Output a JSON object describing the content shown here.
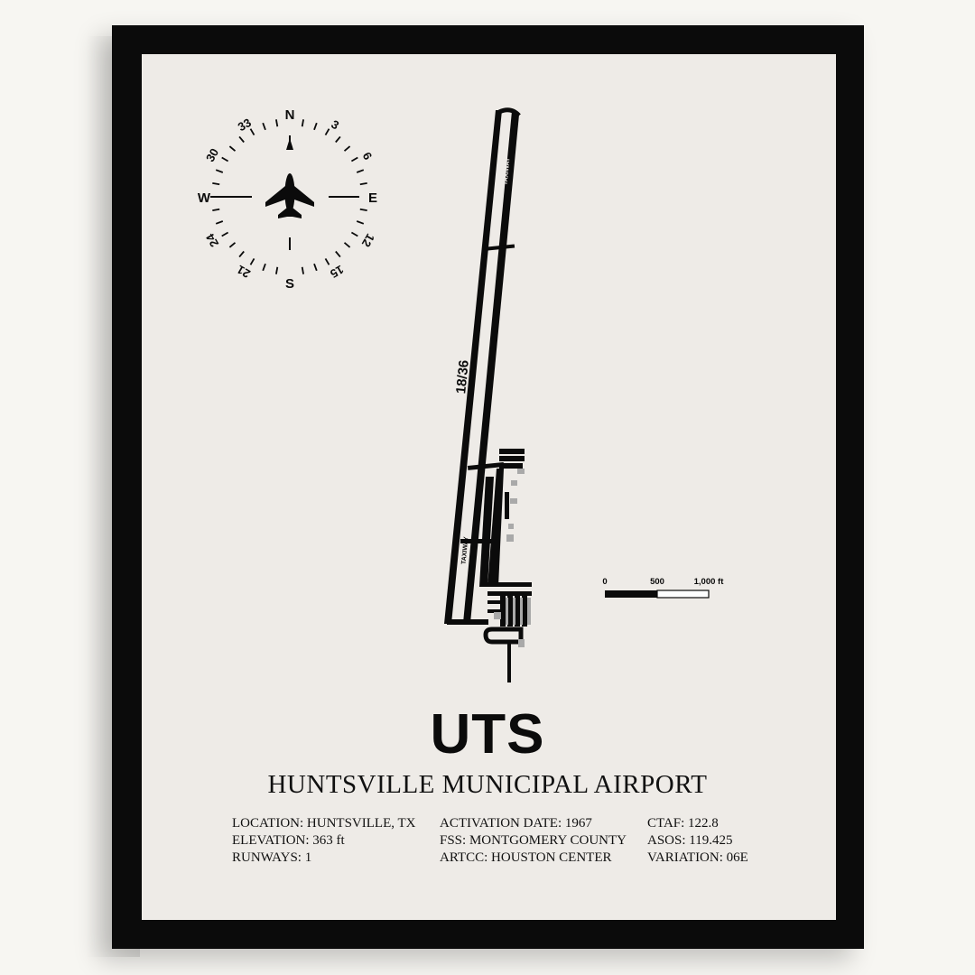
{
  "poster": {
    "code": "UTS",
    "airport_name": "HUNTSVILLE MUNICIPAL AIRPORT",
    "runway_label": "18/36",
    "taxiway_label": "TAXIWAY",
    "compass": {
      "cardinals": {
        "n": "N",
        "e": "E",
        "s": "S",
        "w": "W"
      },
      "headings": [
        "3",
        "6",
        "12",
        "15",
        "21",
        "24",
        "30",
        "33"
      ]
    },
    "scale_bar": {
      "labels": [
        "0",
        "500",
        "1,000 ft"
      ]
    },
    "info_columns": [
      [
        "LOCATION: HUNTSVILLE, TX",
        "ELEVATION: 363 ft",
        "RUNWAYS: 1"
      ],
      [
        "ACTIVATION DATE: 1967",
        "FSS: MONTGOMERY COUNTY",
        "ARTCC: HOUSTON CENTER"
      ],
      [
        "CTAF: 122.8",
        "ASOS: 119.425",
        "VARIATION: 06E"
      ]
    ]
  },
  "colors": {
    "frame": "#0b0b0b",
    "mat": "#eeebe7",
    "ink": "#0b0b0b",
    "gray_marks": "#a9a9a9"
  },
  "icons": [
    "compass-rose-icon",
    "airplane-icon",
    "north-arrow-icon"
  ]
}
